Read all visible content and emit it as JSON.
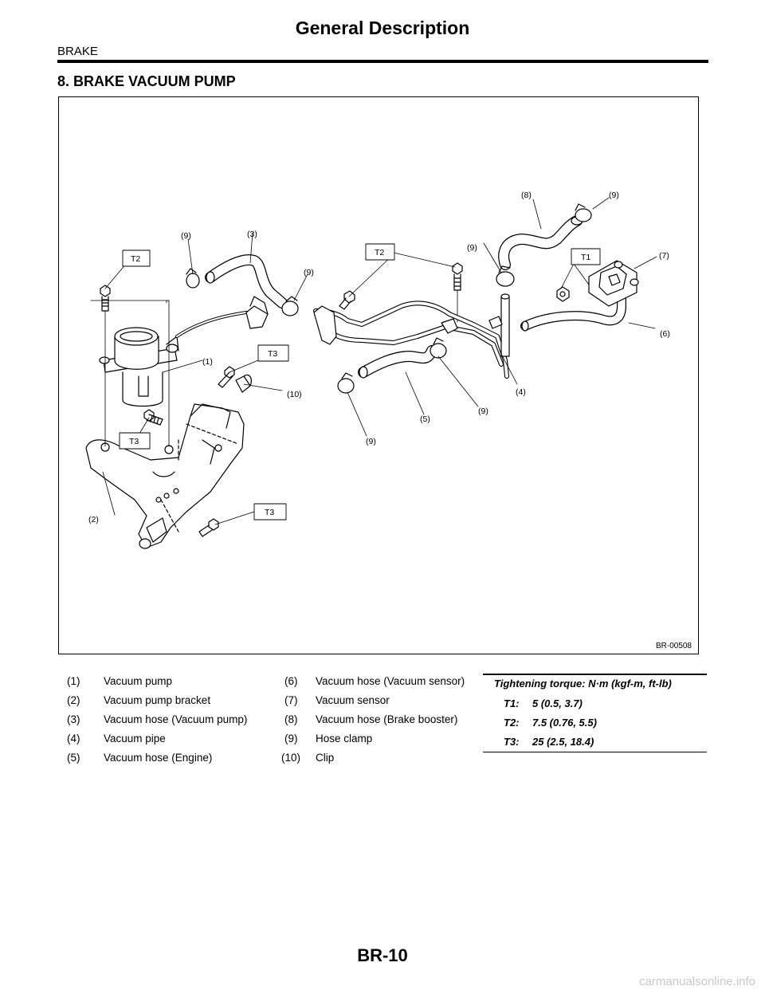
{
  "header": {
    "title": "General Description",
    "section": "BRAKE"
  },
  "heading": "8.  BRAKE VACUUM PUMP",
  "figure": {
    "id": "BR-00508",
    "callouts": {
      "c1": "(1)",
      "c2": "(2)",
      "c3": "(3)",
      "c4": "(4)",
      "c5": "(5)",
      "c6": "(6)",
      "c7": "(7)",
      "c8": "(8)",
      "c9a": "(9)",
      "c9b": "(9)",
      "c9c": "(9)",
      "c9d": "(9)",
      "c9e": "(9)",
      "c9f": "(9)",
      "c10": "(10)"
    },
    "torque_tags": {
      "t2a": "T2",
      "t2b": "T2",
      "t1": "T1",
      "t3a": "T3",
      "t3b": "T3",
      "t3c": "T3"
    }
  },
  "legend": {
    "left": [
      {
        "num": "(1)",
        "label": "Vacuum pump"
      },
      {
        "num": "(2)",
        "label": "Vacuum pump bracket"
      },
      {
        "num": "(3)",
        "label": "Vacuum hose (Vacuum pump)"
      },
      {
        "num": "(4)",
        "label": "Vacuum pipe"
      },
      {
        "num": "(5)",
        "label": "Vacuum hose (Engine)"
      }
    ],
    "right": [
      {
        "num": "(6)",
        "label": "Vacuum hose (Vacuum sensor)"
      },
      {
        "num": "(7)",
        "label": "Vacuum sensor"
      },
      {
        "num": "(8)",
        "label": "Vacuum hose (Brake booster)"
      },
      {
        "num": "(9)",
        "label": "Hose clamp"
      },
      {
        "num": "(10)",
        "label": "Clip"
      }
    ]
  },
  "torque": {
    "header": "Tightening torque: N·m (kgf-m, ft-lb)",
    "rows": [
      {
        "key": "T1:",
        "value": "5 (0.5, 3.7)"
      },
      {
        "key": "T2:",
        "value": "7.5 (0.76, 5.5)"
      },
      {
        "key": "T3:",
        "value": "25 (2.5, 18.4)"
      }
    ]
  },
  "footer": {
    "page_number": "BR-10",
    "watermark": "carmanualsonline.info"
  }
}
